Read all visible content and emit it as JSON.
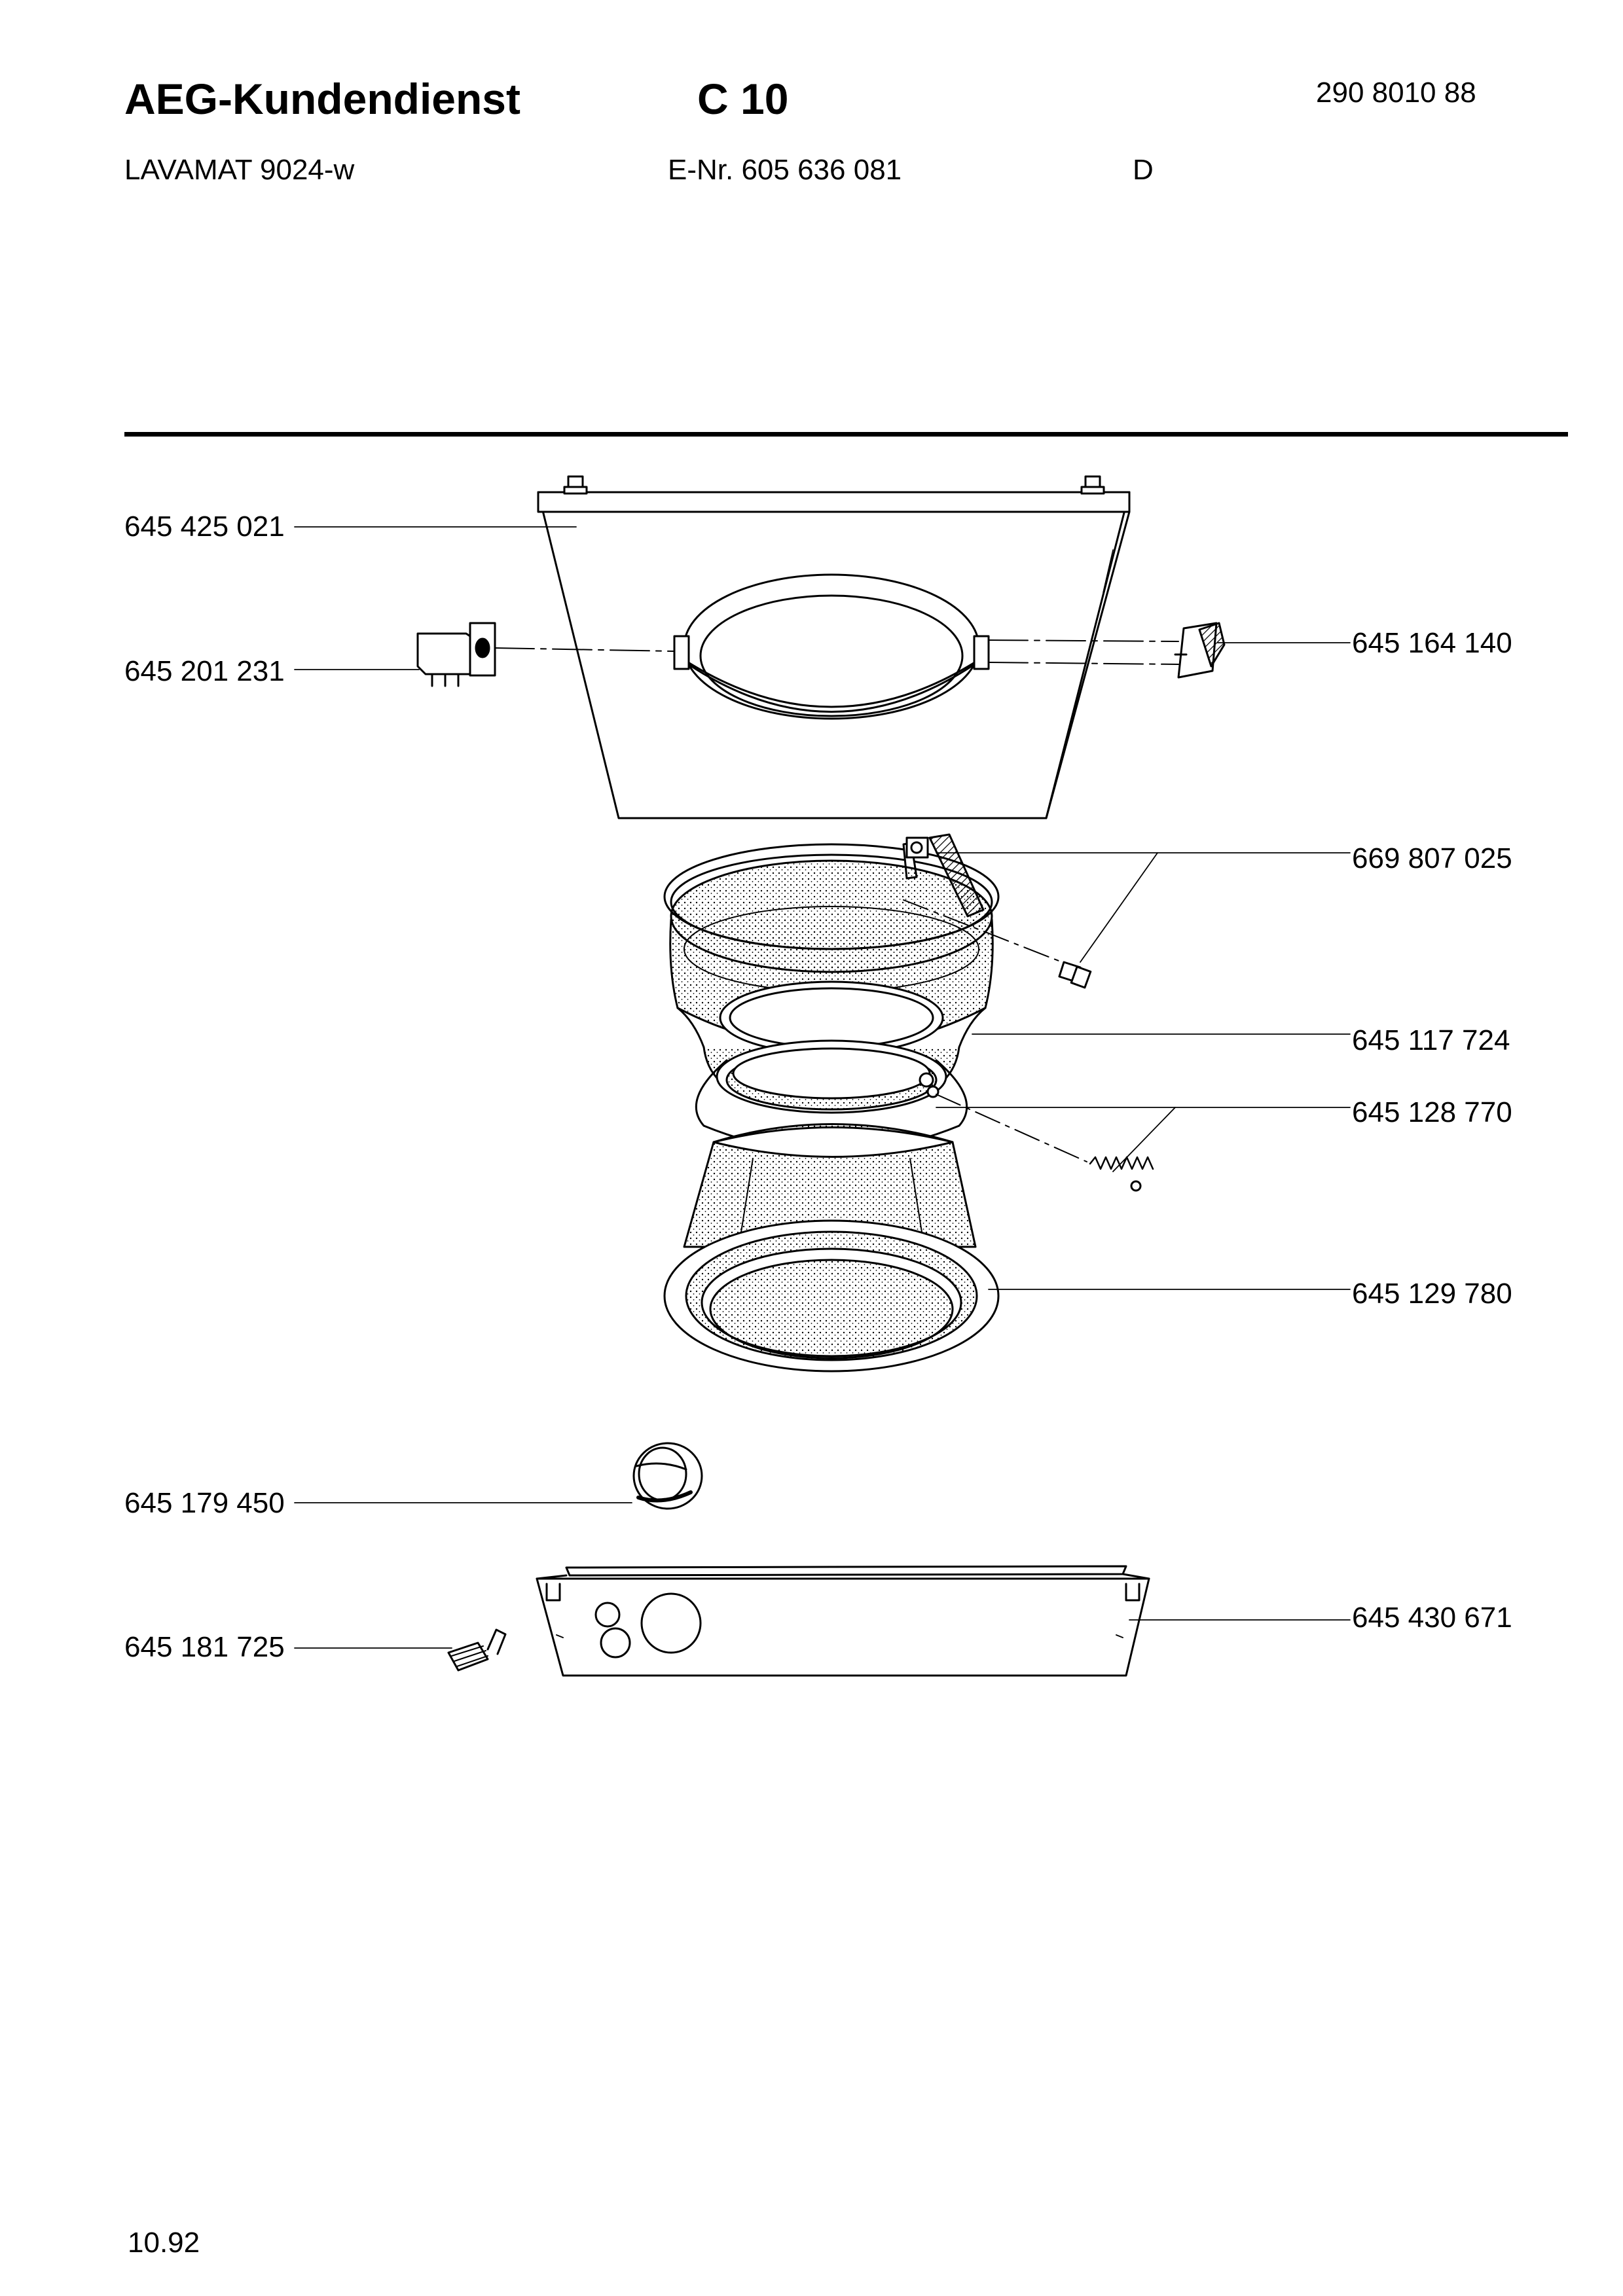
{
  "header": {
    "title": "AEG-Kundendienst",
    "section": "C 10",
    "doc_number": "290 8010 88",
    "model": "LAVAMAT 9024-w",
    "e_number": "E-Nr. 605 636 081",
    "language": "D"
  },
  "parts": {
    "front_panel": "645 425 021",
    "door_lock": "645 201 231",
    "door_hinge": "645 164 140",
    "clamp_ring": "669 807 025",
    "door_seal": "645 117 724",
    "spring": "645 128 770",
    "drum_front": "645 129 780",
    "hose": "645 179 450",
    "plinth": "645 430 671",
    "foot": "645 181 725"
  },
  "footer": {
    "date": "10.92"
  }
}
